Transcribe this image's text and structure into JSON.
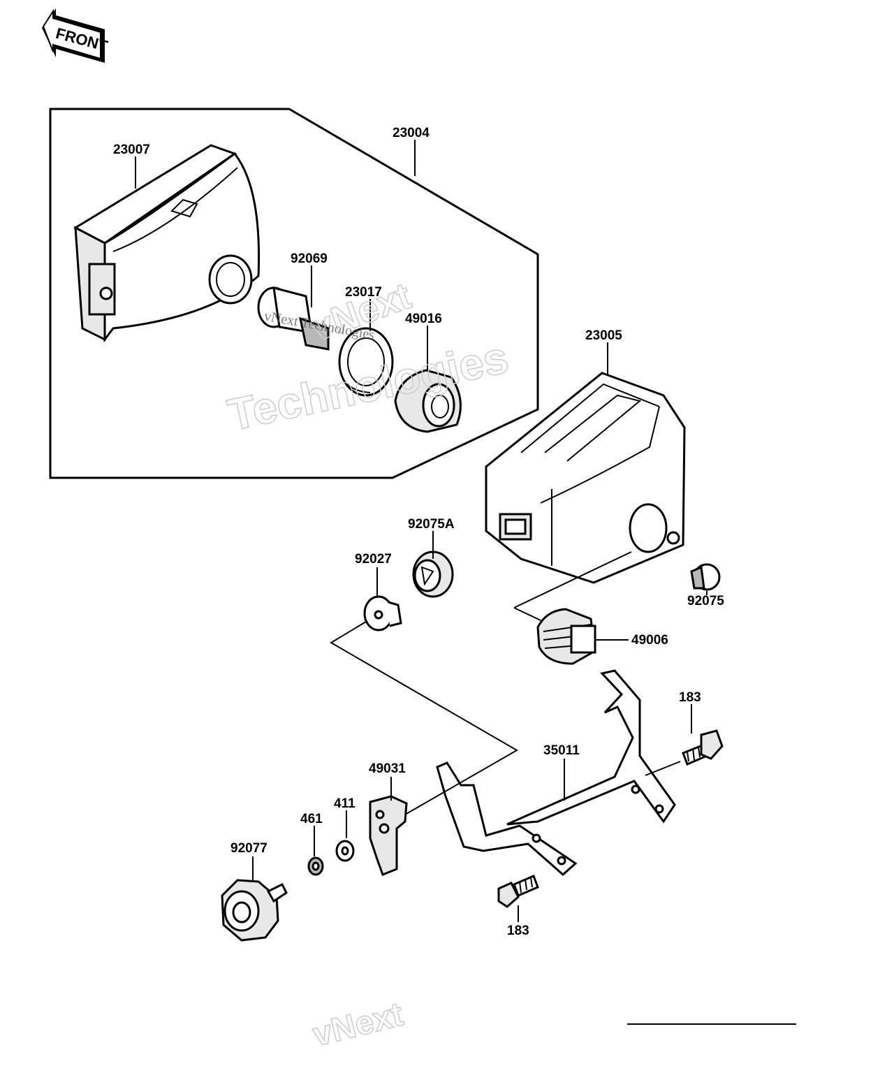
{
  "front_badge": {
    "text": "FRONT"
  },
  "labels": {
    "p23004": "23004",
    "p23007": "23007",
    "p92069": "92069",
    "p23017": "23017",
    "p49016": "49016",
    "p23005": "23005",
    "p92075A": "92075A",
    "p92027": "92027",
    "p92075": "92075",
    "p49006": "49006",
    "p183_top": "183",
    "p35011": "35011",
    "p49031": "49031",
    "p411": "411",
    "p461": "461",
    "p92077": "92077",
    "p183_bottom": "183"
  },
  "watermark": {
    "line1": "vNext",
    "line2": "Technologies",
    "small": "vNext Technologies",
    "bottom": "vNext"
  }
}
